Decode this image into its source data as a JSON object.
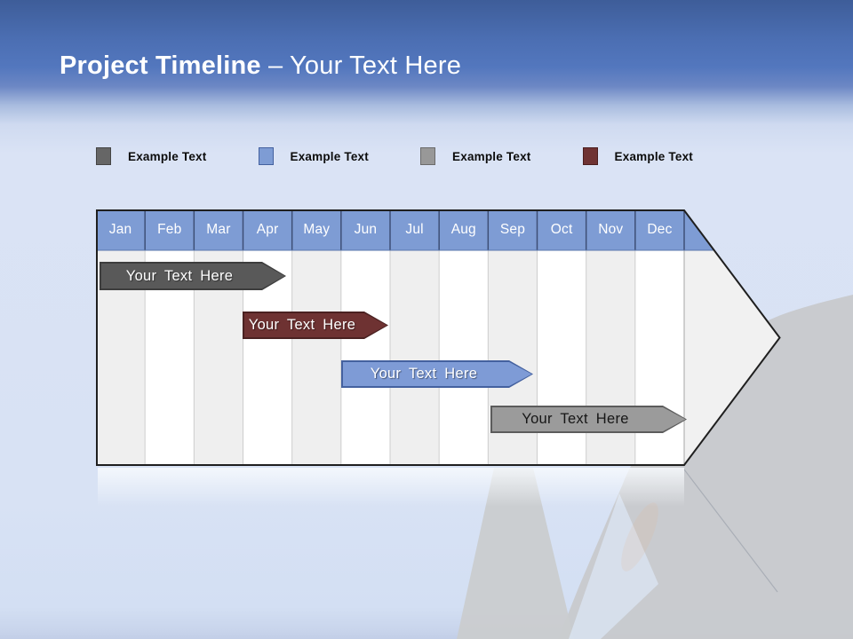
{
  "slide": {
    "title_bold": "Project Timeline",
    "title_rest": "– Your Text Here"
  },
  "legend": {
    "items": [
      {
        "label": "Example Text",
        "color": "#666666"
      },
      {
        "label": "Example Text",
        "color": "#7e9cd4"
      },
      {
        "label": "Example Text",
        "color": "#989898"
      },
      {
        "label": "Example Text",
        "color": "#6f3333"
      }
    ]
  },
  "timeline": {
    "months": [
      "Jan",
      "Feb",
      "Mar",
      "Apr",
      "May",
      "Jun",
      "Jul",
      "Aug",
      "Sep",
      "Oct",
      "Nov",
      "Dec"
    ],
    "bars": [
      {
        "label": "Your Text Here",
        "color": "#595959",
        "text_color": "#ffffff",
        "start": "Jan",
        "end": "Apr"
      },
      {
        "label": "Your Text Here",
        "color": "#6e3232",
        "text_color": "#ffffff",
        "start": "Apr",
        "end": "Jun"
      },
      {
        "label": "Your Text Here",
        "color": "#7e9bd6",
        "text_color": "#ffffff",
        "start": "Jun",
        "end": "Sep"
      },
      {
        "label": "Your Text Here",
        "color": "#9b9b9b",
        "text_color": "#161616",
        "start": "Sep",
        "end": "Dec"
      }
    ]
  },
  "chart_data": {
    "type": "bar",
    "subtype": "gantt_timeline",
    "title": "Project Timeline – Your Text Here",
    "x_axis": {
      "unit": "month",
      "ticks": [
        "Jan",
        "Feb",
        "Mar",
        "Apr",
        "May",
        "Jun",
        "Jul",
        "Aug",
        "Sep",
        "Oct",
        "Nov",
        "Dec"
      ]
    },
    "grid": "vertical month columns with alternating light-gray/white shading, arrow-shaped frame pointing right",
    "legend_position": "top",
    "series": [
      {
        "name": "Your Text Here",
        "row": 1,
        "color": "#595959",
        "start_month_index": 1.0,
        "end_month_index": 3.9,
        "start": "Jan",
        "end": "Apr"
      },
      {
        "name": "Your Text Here",
        "row": 2,
        "color": "#6e3232",
        "start_month_index": 4.0,
        "end_month_index": 6.0,
        "start": "Apr",
        "end": "Jun"
      },
      {
        "name": "Your Text Here",
        "row": 3,
        "color": "#7e9bd6",
        "start_month_index": 6.0,
        "end_month_index": 8.9,
        "start": "Jun",
        "end": "Sep"
      },
      {
        "name": "Your Text Here",
        "row": 4,
        "color": "#9b9b9b",
        "start_month_index": 9.0,
        "end_month_index": 12.0,
        "start": "Sep",
        "end": "Dec"
      }
    ]
  },
  "colors": {
    "header_gradient_top": "#3e5d99",
    "header_gradient_mid": "#5377be",
    "body_background": "#d8e2f4",
    "month_header_fill": "#7e9cd4",
    "month_header_separator": "#3e4f76",
    "table_outline": "#1f1f1f",
    "column_shade": "#efefef",
    "column_white": "#ffffff",
    "hand_silhouette": "#c8cacd",
    "title_text": "#ffffff"
  }
}
